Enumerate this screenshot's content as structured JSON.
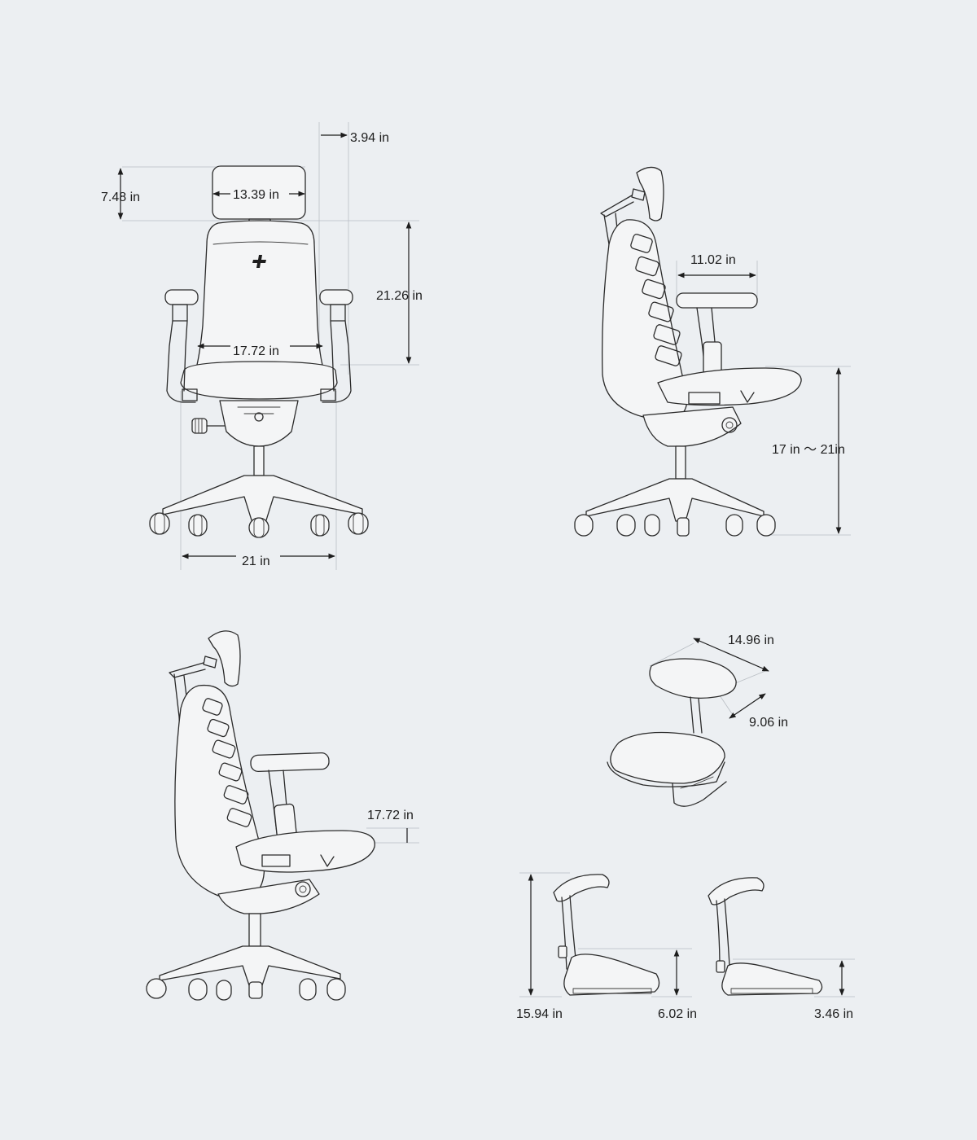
{
  "colors": {
    "background": "#eceff2",
    "line": "#2b2b2b",
    "guide": "#b9bec4",
    "text": "#1d1d1d"
  },
  "front_view": {
    "dims": {
      "headrest_offset": "3.94 in",
      "headrest_height": "7.48 in",
      "headrest_width": "13.39 in",
      "back_height": "21.26 in",
      "back_width": "17.72 in",
      "base_width": "21 in"
    }
  },
  "side_view": {
    "dims": {
      "armrest_depth": "11.02 in",
      "seat_height": "17 in ～ 21in"
    }
  },
  "three_quarter_view": {
    "dims": {
      "seat_depth_adjust": "17.72 in"
    }
  },
  "armrest_detail": {
    "dims": {
      "armrest_length": "14.96 in",
      "armrest_width": "9.06 in"
    }
  },
  "armrest_side_detail": {
    "dims": {
      "arm_total_height": "15.94 in",
      "arm_height_high": "6.02 in",
      "arm_height_low": "3.46 in"
    }
  }
}
